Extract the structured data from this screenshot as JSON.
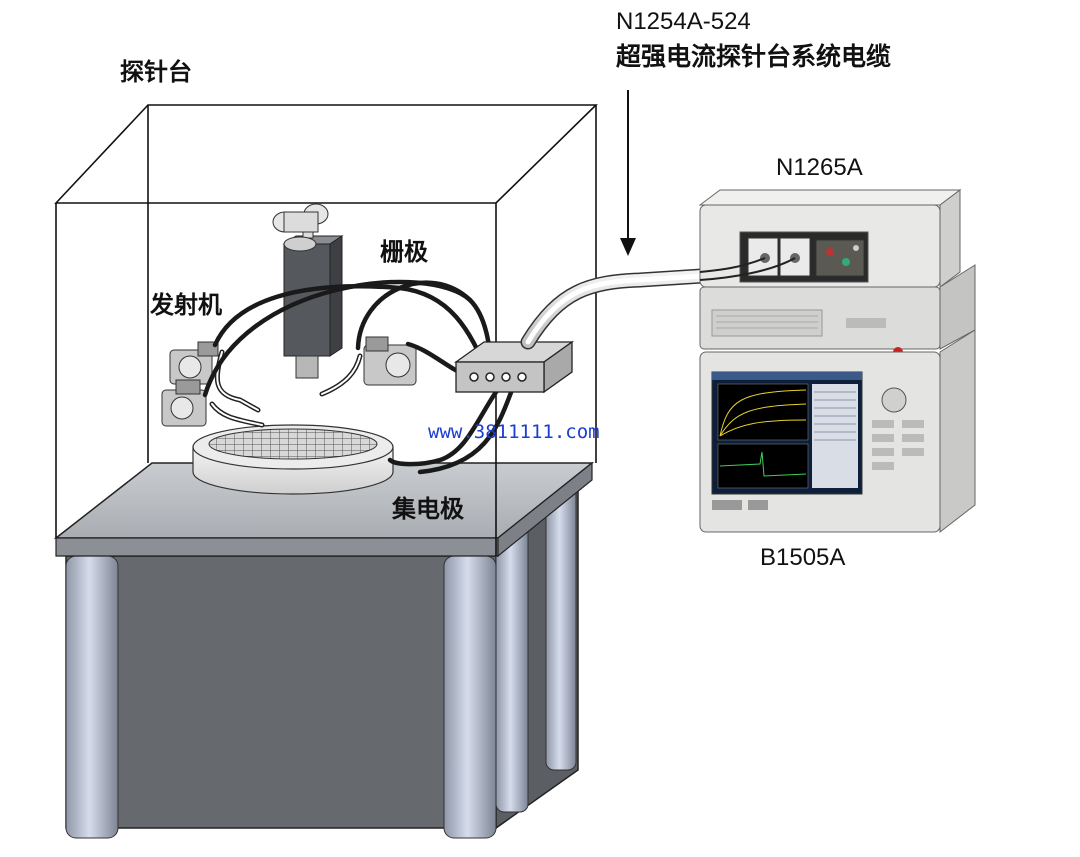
{
  "labels": {
    "probe_station": "探针台",
    "cable_model": "N1254A-524",
    "cable_desc": "超强电流探针台系统电缆",
    "n1265a": "N1265A",
    "gate": "栅极",
    "emitter": "发射机",
    "collector": "集电极",
    "b1505a": "B1505A"
  },
  "watermark": "www.3811111.com",
  "colors": {
    "table_top": "#b9bcbf",
    "cabinet_front": "#66696d",
    "cabinet_side": "#55585c",
    "leg": "#aab3c6",
    "cable": "#1a1a1a",
    "watermark": "#1a3fd0",
    "instrument_body": "#e8e8e6"
  }
}
